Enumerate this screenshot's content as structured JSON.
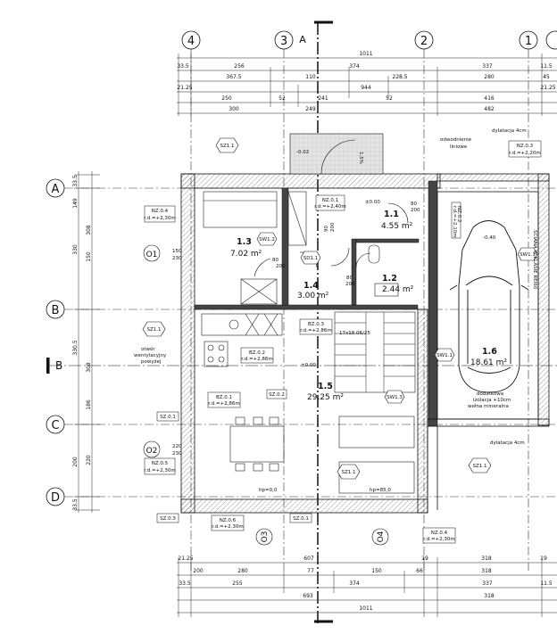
{
  "axes": {
    "columns": [
      "4",
      "3",
      "A",
      "2",
      "1"
    ],
    "rows": [
      "A",
      "B",
      "C",
      "D"
    ],
    "section_mark": "B"
  },
  "dims": {
    "top": {
      "overall": "1011",
      "row1": [
        "33.5",
        "256",
        "374",
        "337",
        "11.5"
      ],
      "row2": [
        "367.5",
        "110",
        "228.5",
        "280",
        "45"
      ],
      "row3": [
        "21.25",
        "944",
        "21.25"
      ],
      "row4": [
        "250",
        "52",
        "241",
        "52",
        "416"
      ],
      "row5": [
        "300",
        "249",
        "482"
      ]
    },
    "bottom": {
      "row1": [
        "21.25",
        "607",
        "19",
        "318",
        "19"
      ],
      "row2": [
        "200",
        "280",
        "77",
        "150",
        "66",
        "318"
      ],
      "row3": [
        "33.5",
        "255",
        "374",
        "337",
        "11.5"
      ],
      "row4": [
        "693",
        "318"
      ],
      "overall": "1011"
    },
    "left": {
      "outer": [
        "33.5",
        "149",
        "330",
        "330.5",
        "200",
        "33.5"
      ],
      "inner": [
        "150",
        "308",
        "308",
        "186",
        "220"
      ]
    }
  },
  "rooms": [
    {
      "num": "1.1",
      "area": "4.55 m²"
    },
    {
      "num": "1.2",
      "area": "2.44 m²"
    },
    {
      "num": "1.3",
      "area": "7.02 m²"
    },
    {
      "num": "1.4",
      "area": "3.00 m²"
    },
    {
      "num": "1.5",
      "area": "29.25 m²"
    },
    {
      "num": "1.6",
      "area": "18.61 m²"
    }
  ],
  "tags": {
    "sz1": "SZ1.1",
    "sw1_1": "SW1.1",
    "sw1_2": "SW1.2",
    "sw1_3": "SW1.3",
    "sd1_1": "SD1.1",
    "sz0_1": "SZ.0.1",
    "sz0_2": "SZ.0.2",
    "sz0_3": "SZ.0.3",
    "nz01": "NZ.0.1",
    "nz01_sub": "r.d.=+2,40m",
    "nz02": "NZ.0.2",
    "nz02_sub": "r.d.=+2,10m",
    "nz03": "NZ.0.3",
    "nz03_sub": "r.d.=+2,20m",
    "nz04": "NZ.0.4",
    "nz04_sub": "r.d.=+2,30m",
    "nz05": "NZ.0.5",
    "nz05_sub": "r.d.=+2,30m",
    "nz06": "NZ.0.6",
    "nz06_sub": "r.d.=+2,30m",
    "nz04b": "NZ.0.4",
    "nz04b_sub": "r.d.=+2,30m",
    "bz01": "BZ.0.1",
    "bz01_sub": "r.d.=+2,86m",
    "bz02": "BZ.0.2",
    "bz02_sub": "r.d.=+2,86m",
    "bz03": "BZ.0.3",
    "bz03_sub": "r.d.=+2,86m",
    "o1": "O1",
    "o2": "O2",
    "o3": "O3",
    "o4": "O4"
  },
  "notes": {
    "dilatation": "dylatacja 4cm",
    "linear_drain_1": "odwodnienie",
    "linear_drain_2": "liniowe",
    "vent_1": "otwór",
    "vent_2": "wentylacyjny",
    "vent_3": "powyżej",
    "insulation_1": "dodatkowa",
    "insulation_2": "izolacja +10cm",
    "insulation_3": "wełna mineralna",
    "rei60": "ŚCIANA W KLASIE REI60",
    "level_0": "±0.00",
    "level_neg002": "-0.02",
    "level_neg040": "-0.40",
    "slope": "1,5%",
    "stairs": "17x18.06/25",
    "hp0": "hp=0,0",
    "hp85": "hp=85,0"
  },
  "door_labels": {
    "d80_200": [
      "80",
      "200"
    ],
    "d90_200": [
      "90",
      "200"
    ],
    "w150_230": [
      "150",
      "230"
    ],
    "w220_230": [
      "220",
      "230"
    ]
  }
}
